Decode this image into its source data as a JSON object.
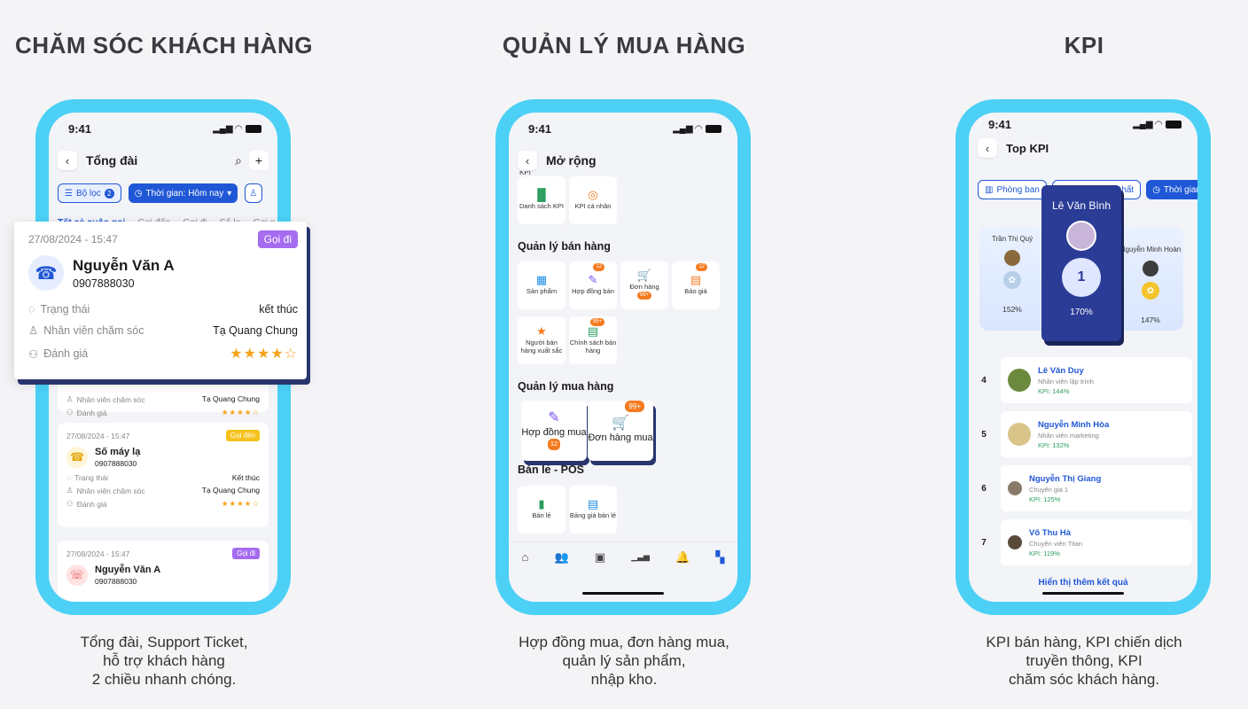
{
  "sections": [
    {
      "title": "CHĂM SÓC KHÁCH HÀNG",
      "caption": "Tổng đài, Support Ticket,\nhỗ trợ khách hàng\n2 chiều nhanh chóng."
    },
    {
      "title": "QUẢN LÝ MUA HÀNG",
      "caption": "Hợp đồng mua,  đơn hàng mua,\nquản lý sản phẩm,\nnhập kho."
    },
    {
      "title": "KPI",
      "caption": "KPI bán hàng, KPI chiến dịch\ntruyền thông, KPI\nchăm sóc khách hàng."
    }
  ],
  "phone1": {
    "time": "9:41",
    "title": "Tổng đài",
    "filter_label": "Bộ lọc",
    "filter_count": "2",
    "time_chip": "Thời gian: Hôm nay",
    "tabs": [
      "Tất cả cuộc gọi",
      "Gọi đến",
      "Gọi đi",
      "Số lạ",
      "Gọi n"
    ],
    "card_partial": {
      "staff_label": "Nhân viên chăm sóc",
      "staff": "Tạ Quang Chung",
      "rating_label": "Đánh giá",
      "stars": "★★★★☆"
    },
    "card2": {
      "date": "27/08/2024 - 15:47",
      "tag": "Gọi đến",
      "name": "Số máy lạ",
      "phone": "0907888030",
      "status_label": "Trạng thái",
      "status": "Kết thúc",
      "staff_label": "Nhân viên chăm sóc",
      "staff": "Tạ Quang Chung",
      "rating_label": "Đánh giá",
      "stars": "★★★★☆"
    },
    "card3": {
      "date": "27/08/2024 - 15:47",
      "tag": "Gọi đi",
      "name": "Nguyễn Văn A",
      "phone": "0907888030"
    },
    "popup": {
      "date": "27/08/2024 - 15:47",
      "tag": "Gọi đi",
      "name": "Nguyễn Văn A",
      "phone": "0907888030",
      "status_label": "Trạng thái",
      "status": "kết thúc",
      "staff_label": "Nhân viên chăm sóc",
      "staff": "Tạ Quang Chung",
      "rating_label": "Đánh giá",
      "stars": "★★★★☆"
    }
  },
  "phone2": {
    "time": "9:41",
    "title": "Mở rộng",
    "cut_label": "KPI",
    "kpi_tiles": [
      {
        "label": "Danh sách KPI",
        "icon": "▐▌"
      },
      {
        "label": "KPI cá nhân",
        "icon": "◎"
      }
    ],
    "sales_title": "Quản lý bán hàng",
    "sales_tiles": [
      {
        "label": "Sản phẩm",
        "icon": "▦",
        "badge": ""
      },
      {
        "label": "Hợp đồng bán",
        "icon": "✎",
        "badge": "12"
      },
      {
        "label": "Đơn hàng",
        "icon": "🛒",
        "badge": "99+"
      },
      {
        "label": "Báo giá",
        "icon": "▤",
        "badge": "12"
      },
      {
        "label": "Người bán hàng xuất sắc",
        "icon": "★",
        "badge": ""
      },
      {
        "label": "Chính sách bán hàng",
        "icon": "▤",
        "badge": "99+"
      }
    ],
    "purchase_title": "Quản lý mua hàng",
    "purchase_tiles": [
      {
        "label": "Hợp đồng mua",
        "icon": "✎",
        "badge": "12"
      },
      {
        "label": "Đơn hàng mua",
        "icon": "🛒",
        "badge": "99+"
      }
    ],
    "pos_title": "Bán lẻ - POS",
    "pos_tiles": [
      {
        "label": "Bán lẻ",
        "icon": "▮"
      },
      {
        "label": "Bảng giá bán lẻ",
        "icon": "▤"
      }
    ],
    "nav_icons": [
      "⌂",
      "👥",
      "▣",
      "▁▃▅",
      "🔔",
      "▚"
    ]
  },
  "phone3": {
    "time": "9:41",
    "title": "Top KPI",
    "chips": [
      "Phòng ban",
      "KPI cao nhất",
      "Thời gian"
    ],
    "top1": {
      "name": "Lê Văn Bình",
      "rank": "1",
      "pct": "170%"
    },
    "top2": {
      "name": "Trần Thị Quý",
      "pct": "152%"
    },
    "top3": {
      "name": "Nguyễn Minh Hoàn",
      "pct": "147%"
    },
    "ranks": [
      {
        "rank": "4",
        "name": "Lê Văn Duy",
        "role": "Nhân viên lập trình",
        "kpi": "KPI: 144%"
      },
      {
        "rank": "5",
        "name": "Nguyễn Minh Hòa",
        "role": "Nhân viên marketing",
        "kpi": "KPI: 132%"
      },
      {
        "rank": "6",
        "name": "Nguyễn Thị Giang",
        "role": "Chuyên gia 1",
        "kpi": "KPI: 125%"
      },
      {
        "rank": "7",
        "name": "Võ Thu Hà",
        "role": "Chuyên viên Titan",
        "kpi": "KPI: 119%"
      }
    ],
    "more": "Hiển thị thêm kết quả"
  }
}
